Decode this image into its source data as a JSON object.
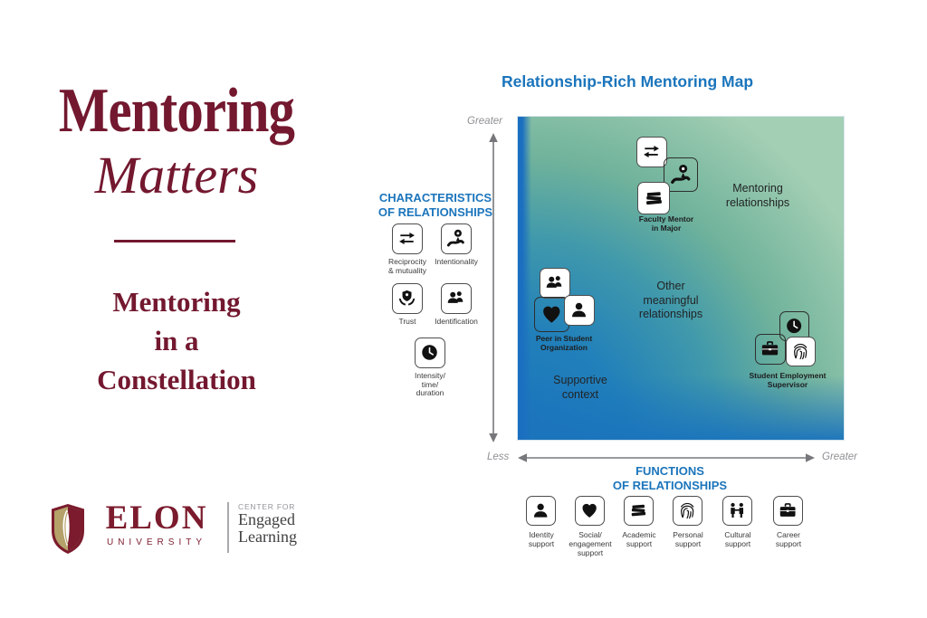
{
  "left_panel": {
    "title_line1": "Mentoring",
    "title_line2": "Matters",
    "subtitle": "Mentoring\nin a\nConstellation",
    "logo": {
      "wordmark": "ELON",
      "wordmark_sub": "UNIVERSITY",
      "center_label": "CENTER FOR",
      "center_name_line1": "Engaged",
      "center_name_line2": "Learning"
    },
    "maroon": "#73182f"
  },
  "map": {
    "title": "Relationship-Rich Mentoring Map",
    "accent_blue": "#1b75bc",
    "gradient": {
      "blue": "#1b74bc",
      "teal": "#4099ab",
      "green": "#a3cfb4"
    },
    "y_axis": {
      "top_label": "Greater",
      "heading_line1": "CHARACTERISTICS",
      "heading_line2": "OF RELATIONSHIPS"
    },
    "x_axis": {
      "left_label": "Less",
      "right_label": "Greater",
      "heading_line1": "FUNCTIONS",
      "heading_line2": "OF RELATIONSHIPS"
    },
    "characteristics": [
      {
        "icon": "reciprocity-arrows-icon",
        "label": "Reciprocity\n& mutuality"
      },
      {
        "icon": "intentionality-pin-icon",
        "label": "Intentionality"
      },
      {
        "icon": "trust-shield-icon",
        "label": "Trust"
      },
      {
        "icon": "identification-people-icon",
        "label": "Identification"
      },
      {
        "icon": "intensity-clock-icon",
        "label": "Intensity/\ntime/\nduration"
      }
    ],
    "functions": [
      {
        "icon": "identity-person-icon",
        "label": "Identity\nsupport"
      },
      {
        "icon": "heart-icon",
        "label": "Social/\nengagement\nsupport"
      },
      {
        "icon": "books-icon",
        "label": "Academic\nsupport"
      },
      {
        "icon": "fingerprint-icon",
        "label": "Personal\nsupport"
      },
      {
        "icon": "handshake-people-icon",
        "label": "Cultural\nsupport"
      },
      {
        "icon": "briefcase-icon",
        "label": "Career\nsupport"
      }
    ],
    "region_labels": [
      {
        "text": "Mentoring\nrelationships"
      },
      {
        "text": "Other\nmeaningful\nrelationships"
      },
      {
        "text": "Supportive\ncontext"
      }
    ],
    "clusters": [
      {
        "label": "Faculty Mentor\nin Major",
        "icons": [
          "reciprocity-arrows-icon",
          "intentionality-pin-icon",
          "books-icon"
        ]
      },
      {
        "label": "Peer in Student\nOrganization",
        "icons": [
          "identification-people-icon",
          "heart-icon",
          "identity-person-icon"
        ]
      },
      {
        "label": "Student Employment\nSupervisor",
        "icons": [
          "intensity-clock-icon",
          "briefcase-icon",
          "fingerprint-icon"
        ]
      }
    ]
  }
}
